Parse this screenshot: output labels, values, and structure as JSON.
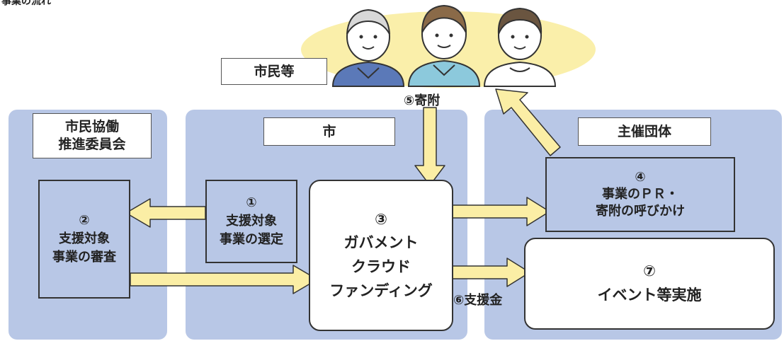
{
  "header_fragment": "事業の流れ",
  "citizens": {
    "label": "市民等"
  },
  "committee": {
    "label": "市民協働\n推進委員会"
  },
  "city": {
    "label": "市"
  },
  "organizer": {
    "label": "主催団体"
  },
  "steps": {
    "s1": {
      "num": "①",
      "text": "支援対象\n事業の選定"
    },
    "s2": {
      "num": "②",
      "text": "支援対象\n事業の審査"
    },
    "s3": {
      "num": "③",
      "text": "ガバメント\nクラウド\nファンディング"
    },
    "s4": {
      "num": "④",
      "text": "事業のＰＲ・\n寄附の呼びかけ"
    },
    "s7": {
      "num": "⑦",
      "text": "イベント等実施"
    }
  },
  "flows": {
    "donation": "⑤寄附",
    "support": "⑥支援金"
  },
  "colors": {
    "panel": "#b8c7e6",
    "arrow_fill": "#fbeea5",
    "arrow_stroke": "#333333",
    "cloud": "#faefaa"
  },
  "icons": [
    "person-icon",
    "person-icon",
    "person-icon"
  ]
}
